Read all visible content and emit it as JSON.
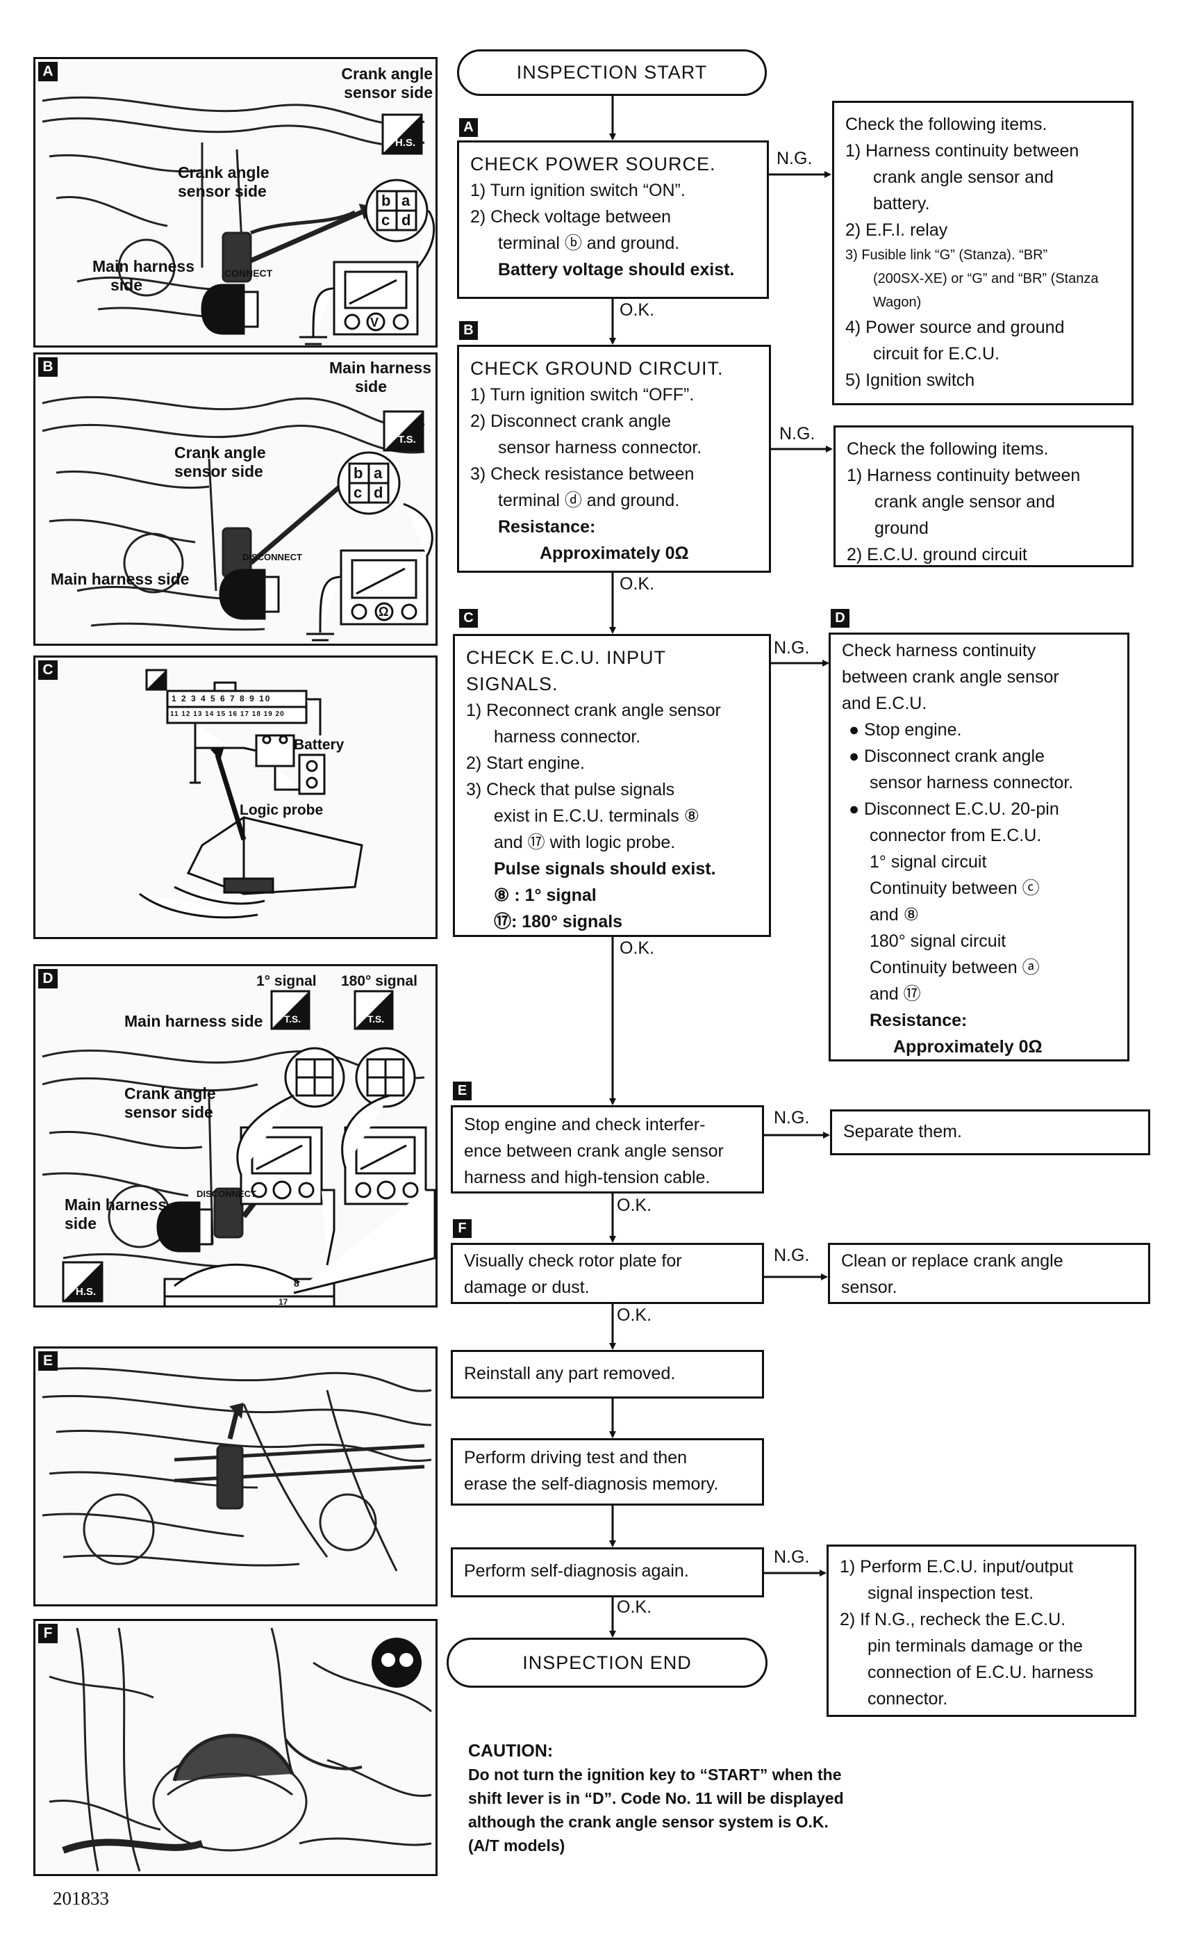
{
  "panels": {
    "a": {
      "badge": "A",
      "crank_side": [
        "Crank angle",
        "sensor side"
      ],
      "crank_side2": [
        "Crank angle",
        "sensor side"
      ],
      "main_side": [
        "Main harness",
        "side"
      ],
      "connect": "CONNECT",
      "tag": "H.S.",
      "terminals": [
        "b",
        "a",
        "c",
        "d"
      ],
      "meter": "V"
    },
    "b": {
      "badge": "B",
      "main_side": [
        "Main harness",
        "side"
      ],
      "crank_side": [
        "Crank angle",
        "sensor side"
      ],
      "main_side2": "Main harness side",
      "disconnect": "DISCONNECT",
      "tag": "T.S.",
      "terminals": [
        "b",
        "a",
        "c",
        "d"
      ],
      "meter": "Ω"
    },
    "c": {
      "badge": "C",
      "battery": "Battery",
      "probe": "Logic probe",
      "pins_top": "1 2 3 4 5 6 7 8 9 10",
      "pins_bottom": "11 12 13 14 15 16 17 18 19 20"
    },
    "d": {
      "badge": "D",
      "sig1": "1° signal",
      "sig180": "180° signal",
      "main_side": "Main harness side",
      "crank_side": [
        "Crank angle",
        "sensor side"
      ],
      "main_side2": [
        "Main harness",
        "side"
      ],
      "disconnect": "DISCONNECT",
      "tag": "T.S.",
      "tag2": "H.S.",
      "pin8": "8",
      "pin17": "17"
    },
    "e": {
      "badge": "E"
    },
    "f": {
      "badge": "F"
    }
  },
  "flow": {
    "start": "INSPECTION START",
    "end": "INSPECTION END",
    "ok": "O.K.",
    "ng": "N.G.",
    "step_a": {
      "label": "A",
      "title": "CHECK POWER SOURCE.",
      "l1": "1) Turn ignition switch “ON”.",
      "l2": "2) Check voltage between",
      "l3": "terminal ⓑ and ground.",
      "l4": "Battery voltage should exist."
    },
    "ng_a": {
      "l0": "Check the following items.",
      "l1": "1) Harness continuity between",
      "l2": "crank angle sensor and",
      "l3": "battery.",
      "l4": "2) E.F.I. relay",
      "l5": "3) Fusible link “G” (Stanza). “BR”",
      "l6": "(200SX-XE) or “G” and “BR” (Stanza",
      "l7": "Wagon)",
      "l8": "4) Power source and ground",
      "l9": "circuit for E.C.U.",
      "l10": "5) Ignition switch"
    },
    "step_b": {
      "label": "B",
      "title": "CHECK GROUND CIRCUIT.",
      "l1": "1) Turn ignition switch “OFF”.",
      "l2": "2) Disconnect crank angle",
      "l3": "sensor harness connector.",
      "l4": "3) Check resistance between",
      "l5": "terminal ⓓ and ground.",
      "l6": "Resistance:",
      "l7": "Approximately 0Ω"
    },
    "ng_b": {
      "l0": "Check the following items.",
      "l1": "1) Harness continuity between",
      "l2": "crank angle sensor and",
      "l3": "ground",
      "l4": "2) E.C.U. ground circuit"
    },
    "step_c": {
      "label": "C",
      "title1": "CHECK E.C.U. INPUT",
      "title2": "SIGNALS.",
      "l1": "1) Reconnect crank angle sensor",
      "l2": "harness connector.",
      "l3": "2) Start engine.",
      "l4": "3) Check that pulse signals",
      "l5": "exist in E.C.U. terminals ⑧",
      "l6": "and ⑰ with logic probe.",
      "l7": "Pulse signals should exist.",
      "l8": "⑧ : 1° signal",
      "l9": "⑰: 180° signals"
    },
    "ng_c": {
      "label": "D",
      "l0": "Check harness continuity",
      "l1": "between crank angle sensor",
      "l2": "and E.C.U.",
      "l3": "●  Stop engine.",
      "l4": "●  Disconnect crank angle",
      "l5": "sensor harness connector.",
      "l6": "●  Disconnect E.C.U. 20-pin",
      "l7": "connector from E.C.U.",
      "l8": "1° signal circuit",
      "l9": "Continuity between ⓒ",
      "l10": "and ⑧",
      "l11": "180° signal circuit",
      "l12": "Continuity between ⓐ",
      "l13": "and ⑰",
      "l14": "Resistance:",
      "l15": "Approximately 0Ω"
    },
    "step_e": {
      "label": "E",
      "l1": "Stop engine and check interfer-",
      "l2": "ence between crank angle sensor",
      "l3": "harness and high-tension cable."
    },
    "ng_e": {
      "l1": "Separate them."
    },
    "step_f": {
      "label": "F",
      "l1": "Visually check rotor plate for",
      "l2": "damage or dust."
    },
    "ng_f": {
      "l1": "Clean or replace crank angle",
      "l2": "sensor."
    },
    "reinstall": "Reinstall any part removed.",
    "drive": {
      "l1": "Perform driving test and then",
      "l2": "erase the self-diagnosis memory."
    },
    "selfdiag": "Perform self-diagnosis again.",
    "ng_final": {
      "l1": "1) Perform E.C.U. input/output",
      "l2": "signal inspection test.",
      "l3": "2) If N.G., recheck the E.C.U.",
      "l4": "pin terminals damage or the",
      "l5": "connection of E.C.U. harness",
      "l6": "connector."
    }
  },
  "caution": {
    "title": "CAUTION:",
    "l1": "Do not turn the ignition key to “START” when the",
    "l2": "shift lever is in “D”. Code No. 11 will be displayed",
    "l3": "although the crank angle sensor system is O.K.",
    "l4": "(A/T models)"
  },
  "figure_code": "201833"
}
